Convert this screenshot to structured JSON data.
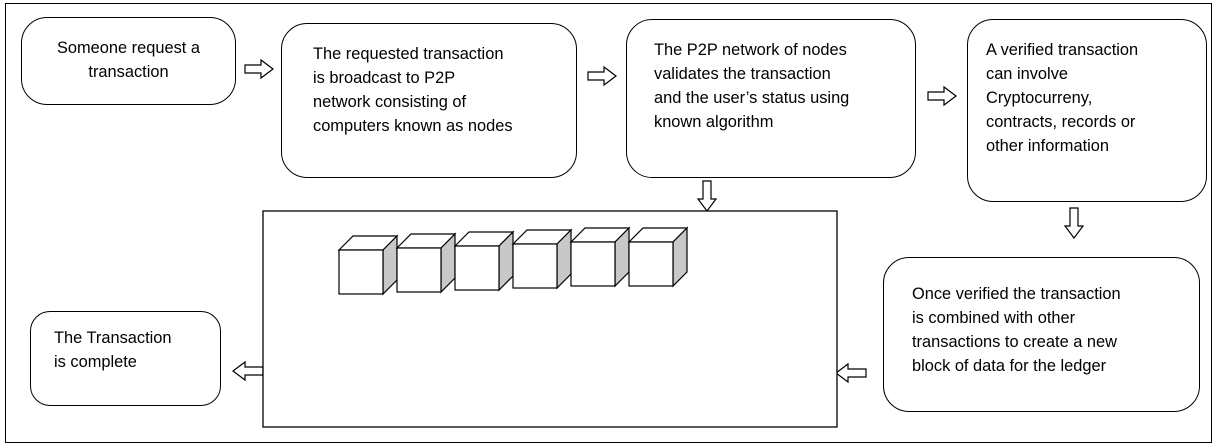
{
  "steps": {
    "request": "Someone request a\ntransaction",
    "broadcast": "The requested transaction\nis broadcast to P2P\nnetwork consisting of\ncomputers known as nodes",
    "validate": "The P2P network of nodes\nvalidates the transaction\nand the user’s status using\nknown algorithm",
    "verified": "A verified transaction\ncan involve\nCryptocurreny,\ncontracts, records or\nother information",
    "combined": "Once verified the transaction\nis combined with other\ntransactions to create a new\nblock of data for the ledger",
    "complete": "The Transaction\nis complete"
  },
  "blockchain": {
    "block_count": 6
  },
  "icons": {
    "arrow_style": "hollow-block-arrow",
    "block_style": "3d-cube"
  },
  "colors": {
    "stroke": "#000000",
    "fill": "#ffffff",
    "block_side": "#c8c8c8"
  }
}
